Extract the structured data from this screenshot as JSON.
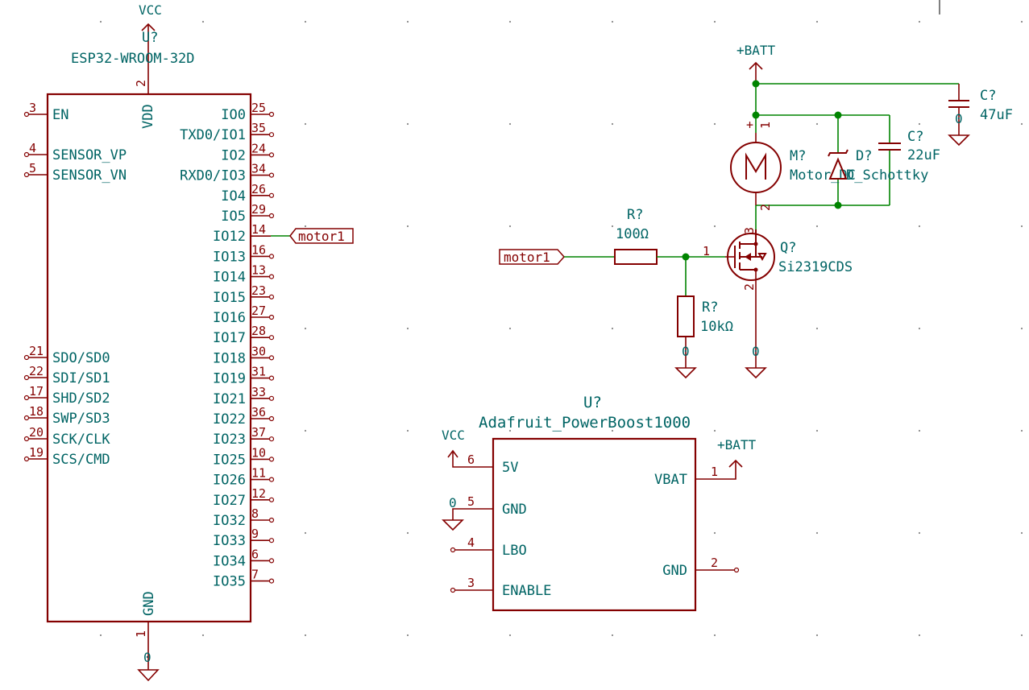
{
  "colors": {
    "component": "#840000",
    "text": "#006464",
    "wire": "#008400",
    "background": "#ffffff"
  },
  "esp32": {
    "ref": "U?",
    "value": "ESP32-WROOM-32D",
    "power_label": "VCC",
    "gnd_label": "0",
    "vdd_label": "VDD",
    "vdd_pin": "2",
    "gnd_name": "GND",
    "gnd_pin": "1",
    "left_pins": [
      {
        "num": "3",
        "name": "EN"
      },
      {
        "num": "4",
        "name": "SENSOR_VP"
      },
      {
        "num": "5",
        "name": "SENSOR_VN"
      },
      {
        "num": "21",
        "name": "SDO/SD0"
      },
      {
        "num": "22",
        "name": "SDI/SD1"
      },
      {
        "num": "17",
        "name": "SHD/SD2"
      },
      {
        "num": "18",
        "name": "SWP/SD3"
      },
      {
        "num": "20",
        "name": "SCK/CLK"
      },
      {
        "num": "19",
        "name": "SCS/CMD"
      }
    ],
    "right_pins": [
      {
        "num": "25",
        "name": "IO0"
      },
      {
        "num": "35",
        "name": "TXD0/IO1"
      },
      {
        "num": "24",
        "name": "IO2"
      },
      {
        "num": "34",
        "name": "RXD0/IO3"
      },
      {
        "num": "26",
        "name": "IO4"
      },
      {
        "num": "29",
        "name": "IO5"
      },
      {
        "num": "14",
        "name": "IO12"
      },
      {
        "num": "16",
        "name": "IO13"
      },
      {
        "num": "13",
        "name": "IO14"
      },
      {
        "num": "23",
        "name": "IO15"
      },
      {
        "num": "27",
        "name": "IO16"
      },
      {
        "num": "28",
        "name": "IO17"
      },
      {
        "num": "30",
        "name": "IO18"
      },
      {
        "num": "31",
        "name": "IO19"
      },
      {
        "num": "33",
        "name": "IO21"
      },
      {
        "num": "36",
        "name": "IO22"
      },
      {
        "num": "37",
        "name": "IO23"
      },
      {
        "num": "10",
        "name": "IO25"
      },
      {
        "num": "11",
        "name": "IO26"
      },
      {
        "num": "12",
        "name": "IO27"
      },
      {
        "num": "8",
        "name": "IO32"
      },
      {
        "num": "9",
        "name": "IO33"
      },
      {
        "num": "6",
        "name": "IO34"
      },
      {
        "num": "7",
        "name": "IO35"
      }
    ],
    "net_label": "motor1"
  },
  "motor_driver": {
    "batt_label": "+BATT",
    "c1": {
      "ref": "C?",
      "value": "47uF",
      "gnd": "0"
    },
    "c2": {
      "ref": "C?",
      "value": "22uF"
    },
    "motor": {
      "ref": "M?",
      "value": "Motor_DC",
      "plus": "+",
      "pin1": "1",
      "pin2": "2"
    },
    "diode": {
      "ref": "D?",
      "value": "D_Schottky"
    },
    "r1": {
      "ref": "R?",
      "value": "100Ω"
    },
    "r2": {
      "ref": "R?",
      "value": "10kΩ",
      "gnd": "0"
    },
    "q": {
      "ref": "Q?",
      "value": "Si2319CDS",
      "gate_pin": "1",
      "drain_pin": "3",
      "source_pin": "2",
      "gnd": "0"
    },
    "net_label": "motor1"
  },
  "powerboost": {
    "ref": "U?",
    "value": "Adafruit_PowerBoost1000",
    "vcc_label": "VCC",
    "batt_label": "+BATT",
    "gnd_label": "0",
    "left_pins": [
      {
        "num": "6",
        "name": "5V"
      },
      {
        "num": "5",
        "name": "GND"
      },
      {
        "num": "4",
        "name": "LBO"
      },
      {
        "num": "3",
        "name": "ENABLE"
      }
    ],
    "right_pins": [
      {
        "num": "1",
        "name": "VBAT"
      },
      {
        "num": "2",
        "name": "GND"
      }
    ]
  }
}
